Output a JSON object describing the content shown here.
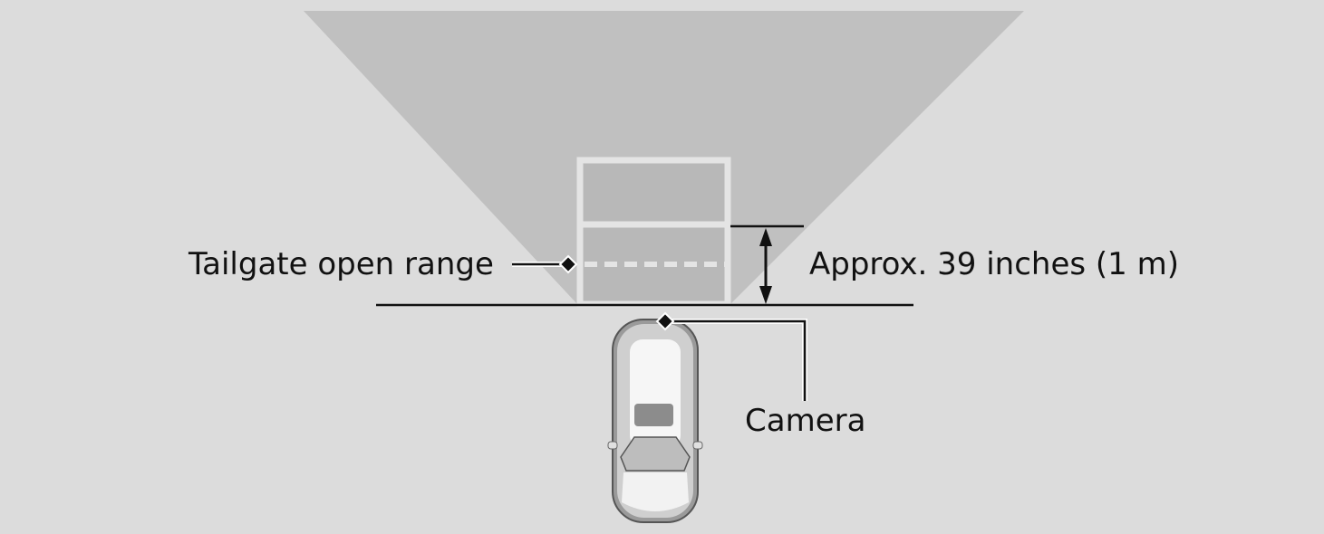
{
  "labels": {
    "tailgate_range": "Tailgate open range",
    "distance": "Approx. 39 inches (1 m)",
    "camera": "Camera"
  },
  "colors": {
    "background": "#dcdcdc",
    "camera_view": "#c0c0c0",
    "tailgate_zone": "#b8b8b8",
    "zone_outline": "#e4e4e4",
    "lines": "#111111"
  }
}
